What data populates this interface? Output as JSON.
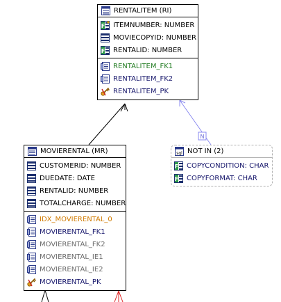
{
  "colors": {
    "border": "#000000",
    "fk_label": "#1f7a1f",
    "pk_label": "#16166b",
    "idx_label": "#d07a00",
    "inactive_label": "#6a6a6a",
    "relation_line": "#000000",
    "constraint_line": "#8a8af0",
    "crowsfoot_red": "#dd2222",
    "dashed_border": "#b0b0b0"
  },
  "rentalitem": {
    "title": "RENTALITEM (RI)",
    "columns": [
      {
        "label": "ITEMNUMBER: NUMBER",
        "icon": "pk-fk-column-icon"
      },
      {
        "label": "MOVIECOPYID: NUMBER",
        "icon": "column-icon"
      },
      {
        "label": "RENTALID: NUMBER",
        "icon": "fk-column-icon"
      }
    ],
    "keys": [
      {
        "label": "RENTALITEM_FK1",
        "icon": "index-icon",
        "tone": "green"
      },
      {
        "label": "RENTALITEM_FK2",
        "icon": "index-icon",
        "tone": "navy"
      },
      {
        "label": "RENTALITEM_PK",
        "icon": "key-icon",
        "tone": "navy"
      }
    ]
  },
  "movierental": {
    "title": "MOVIERENTAL (MR)",
    "columns": [
      {
        "label": "CUSTOMERID: NUMBER",
        "icon": "column-icon"
      },
      {
        "label": "DUEDATE: DATE",
        "icon": "column-icon"
      },
      {
        "label": "RENTALID: NUMBER",
        "icon": "column-icon"
      },
      {
        "label": "TOTALCHARGE: NUMBER",
        "icon": "column-icon"
      }
    ],
    "keys": [
      {
        "label": "IDX_MOVIERENTAL_0",
        "icon": "index-icon",
        "tone": "orange"
      },
      {
        "label": "MOVIERENTAL_FK1",
        "icon": "index-icon",
        "tone": "navy"
      },
      {
        "label": "MOVIERENTAL_FK2",
        "icon": "index-icon",
        "tone": "gray"
      },
      {
        "label": "MOVIERENTAL_IE1",
        "icon": "index-icon",
        "tone": "gray"
      },
      {
        "label": "MOVIERENTAL_IE2",
        "icon": "index-icon",
        "tone": "gray"
      },
      {
        "label": "MOVIERENTAL_PK",
        "icon": "key-icon",
        "tone": "navy"
      }
    ]
  },
  "notin": {
    "title": "NOT IN (2)",
    "columns": [
      {
        "label": "COPYCONDITION: CHAR",
        "icon": "fk-column-icon"
      },
      {
        "label": "COPYFORMAT: CHAR",
        "icon": "fk-column-icon"
      }
    ]
  },
  "connector": {
    "badge": "N"
  }
}
